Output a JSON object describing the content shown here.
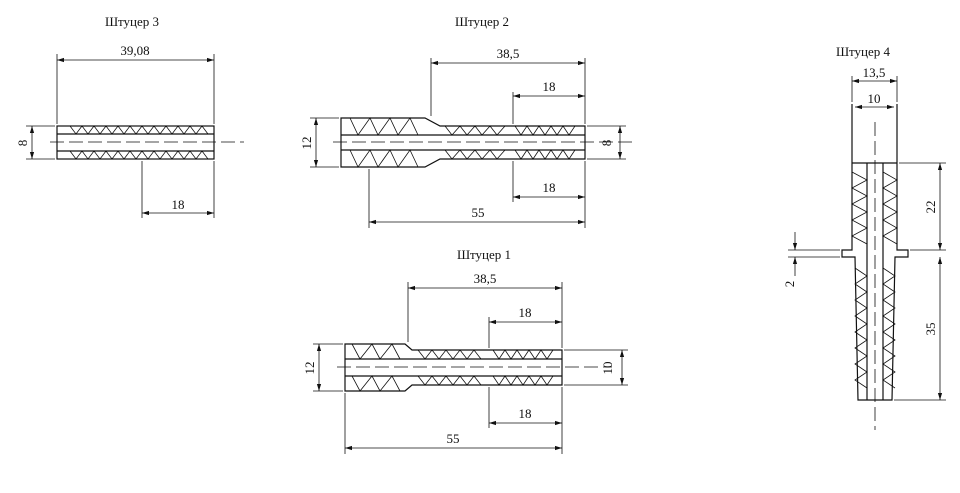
{
  "parts": {
    "p3": {
      "title": "Штуцер 3",
      "dims": {
        "length": "39,08",
        "diameter": "8",
        "barb": "18"
      }
    },
    "p2": {
      "title": "Штуцер 2",
      "dims": {
        "barb_start": "38,5",
        "barb_top": "18",
        "barb_bottom": "18",
        "total": "55",
        "outer": "12",
        "hose": "8"
      }
    },
    "p1": {
      "title": "Штуцер 1",
      "dims": {
        "barb_start": "38,5",
        "barb_top": "18",
        "barb_bottom": "18",
        "total": "55",
        "outer": "12",
        "hose": "10"
      }
    },
    "p4": {
      "title": "Штуцер 4",
      "dims": {
        "outer": "13,5",
        "inner": "10",
        "upper": "22",
        "lower": "35",
        "flange": "2"
      }
    }
  }
}
